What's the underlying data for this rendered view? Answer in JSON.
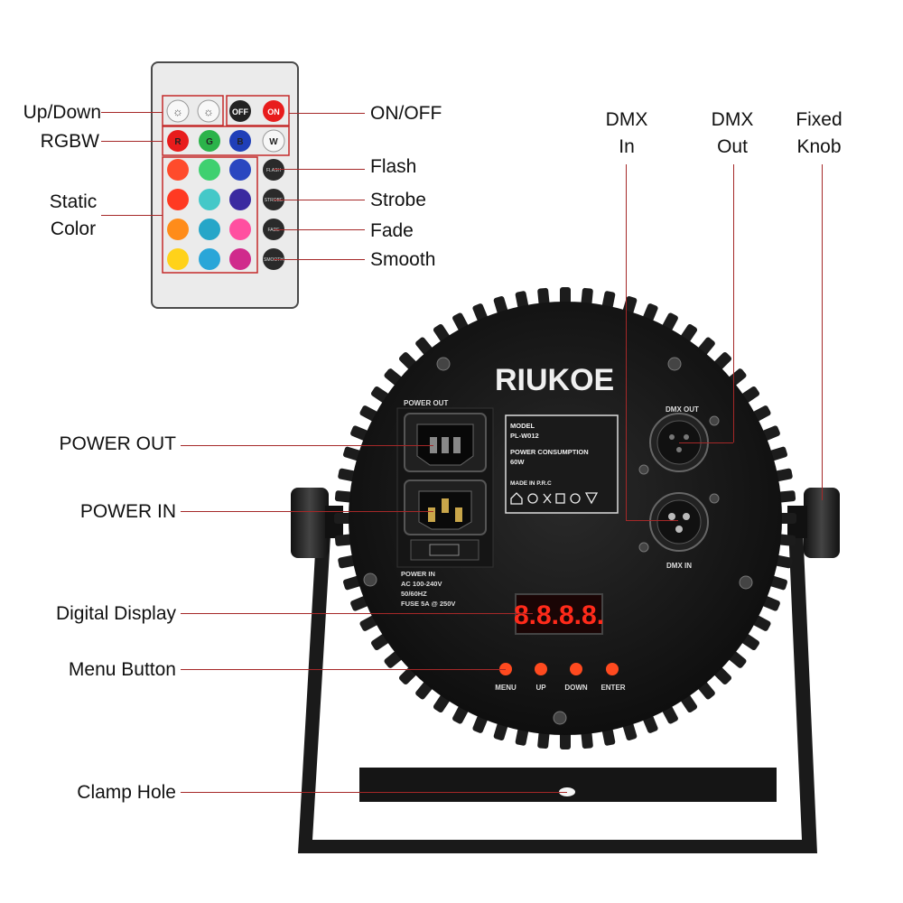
{
  "remote": {
    "callouts_left": {
      "updown": "Up/Down",
      "rgbw": "RGBW",
      "static_color_line1": "Static",
      "static_color_line2": "Color"
    },
    "callouts_right": {
      "onoff": "ON/OFF",
      "flash": "Flash",
      "strobe": "Strobe",
      "fade": "Fade",
      "smooth": "Smooth"
    },
    "keys": {
      "off": "OFF",
      "on": "ON",
      "r": "R",
      "g": "G",
      "b": "B",
      "w": "W",
      "flash_key": "FLASH",
      "strobe_key": "STROBE",
      "fade_key": "FADE",
      "smooth_key": "SMOOTH"
    },
    "colors": {
      "red": "#e81c1c",
      "green": "#2bb34a",
      "blue": "#1f3fb8",
      "white": "#f2f2f2",
      "static_grid": [
        [
          "#ff4b2b",
          "#3fd070",
          "#2a47c0"
        ],
        [
          "#ff3a22",
          "#44c8c8",
          "#3a2aa0"
        ],
        [
          "#ff8c1a",
          "#26a6c8",
          "#ff4fa0"
        ],
        [
          "#ffd21a",
          "#2aa6d8",
          "#d02a8c"
        ]
      ]
    }
  },
  "device": {
    "brand": "RIUKOE",
    "power_out_label": "POWER OUT",
    "model_label": "MODEL",
    "model_value": "PL-W012",
    "consumption_label": "POWER CONSUMPTION",
    "consumption_value": "60W",
    "made_in": "MADE IN P.R.C",
    "power_in_lines": [
      "POWER IN",
      "AC 100-240V",
      "50/60HZ",
      "FUSE 5A @ 250V"
    ],
    "dmx_out_label": "DMX OUT",
    "dmx_in_label": "DMX IN",
    "display_value": "8.8.8.8.",
    "buttons": [
      "MENU",
      "UP",
      "DOWN",
      "ENTER"
    ]
  },
  "callouts": {
    "dmx_in_line1": "DMX",
    "dmx_in_line2": "In",
    "dmx_out_line1": "DMX",
    "dmx_out_line2": "Out",
    "fixed_knob_line1": "Fixed",
    "fixed_knob_line2": "Knob",
    "power_out": "POWER OUT",
    "power_in": "POWER IN",
    "digital_display": "Digital Display",
    "menu_button": "Menu Button",
    "clamp_hole": "Clamp Hole"
  }
}
